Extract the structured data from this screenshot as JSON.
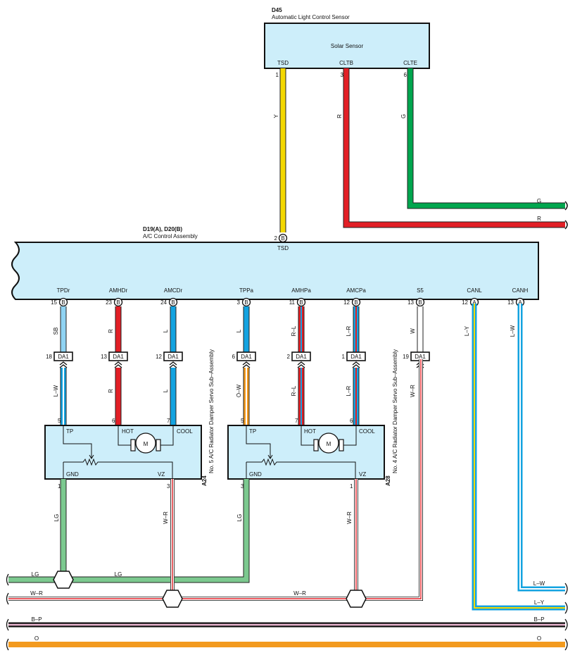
{
  "sensor": {
    "ref": "D45",
    "name": "Automatic Light Control Sensor",
    "inner": "Solar Sensor",
    "pins": [
      {
        "name": "TSD",
        "num": "1"
      },
      {
        "name": "CLTB",
        "num": "3"
      },
      {
        "name": "CLTE",
        "num": "6"
      }
    ]
  },
  "control": {
    "ref": "D19(A), D20(B)",
    "name": "A/C Control Assembly",
    "top_pin": {
      "name": "TSD",
      "num": "2",
      "conn": "B"
    },
    "pins": [
      {
        "name": "TPDr",
        "num": "15",
        "conn": "B"
      },
      {
        "name": "AMHDr",
        "num": "23",
        "conn": "B"
      },
      {
        "name": "AMCDr",
        "num": "24",
        "conn": "B"
      },
      {
        "name": "TPPa",
        "num": "3",
        "conn": "B"
      },
      {
        "name": "AMHPa",
        "num": "11",
        "conn": "B"
      },
      {
        "name": "AMCPa",
        "num": "12",
        "conn": "B"
      },
      {
        "name": "S5",
        "num": "13",
        "conn": "B"
      },
      {
        "name": "CANL",
        "num": "12",
        "conn": "A"
      },
      {
        "name": "CANH",
        "num": "13",
        "conn": "A"
      }
    ]
  },
  "dat_connectors": [
    {
      "num": "18",
      "label": "DA1"
    },
    {
      "num": "13",
      "label": "DA1"
    },
    {
      "num": "12",
      "label": "DA1"
    },
    {
      "num": "6",
      "label": "DA1"
    },
    {
      "num": "2",
      "label": "DA1"
    },
    {
      "num": "1",
      "label": "DA1"
    },
    {
      "num": "19",
      "label": "DA1"
    }
  ],
  "wire_colors": {
    "sensor": [
      "Y",
      "R",
      "G"
    ],
    "upper": [
      "SB",
      "R",
      "L",
      "L",
      "R–L",
      "L–R",
      "W",
      "L–Y",
      "L–W"
    ],
    "lower": [
      "L–W",
      "R",
      "L",
      "O–W",
      "R–L",
      "L–R",
      "W–R"
    ],
    "servo_out": [
      "LG",
      "W–R",
      "LG",
      "W–R"
    ],
    "right_bus": [
      "G",
      "R"
    ],
    "bottom_bus": [
      "LG",
      "LG",
      "W–R",
      "W–R",
      "L–W",
      "L–Y",
      "B–P",
      "B–P",
      "O",
      "O"
    ]
  },
  "servo_left": {
    "ref": "A24",
    "name": "No. 5 A/C Radiator Damper Servo Sub–Assembly",
    "pins_top": [
      {
        "name": "TP",
        "num": "5"
      },
      {
        "name": "HOT",
        "num": "6"
      },
      {
        "name": "COOL",
        "num": "7"
      }
    ],
    "pins_bottom": [
      {
        "name": "GND",
        "num": "1"
      },
      {
        "name": "VZ",
        "num": "3"
      }
    ],
    "motor": "M"
  },
  "servo_right": {
    "ref": "A28",
    "name": "No. 4 A/C Radiator Damper Servo Sub–Assembly",
    "pins_top": [
      {
        "name": "TP",
        "num": "5"
      },
      {
        "name": "HOT",
        "num": "7"
      },
      {
        "name": "COOL",
        "num": "6"
      }
    ],
    "pins_bottom": [
      {
        "name": "GND",
        "num": "3"
      },
      {
        "name": "VZ",
        "num": "1"
      }
    ],
    "motor": "M"
  },
  "colors": {
    "yellow": "#f4d800",
    "red": "#e21f26",
    "green": "#00a64e",
    "sky": "#8fd3f3",
    "blue": "#14a3e0",
    "orange": "#f39a1e",
    "lightgreen": "#7cc98f",
    "box_fill": "#cdeefa",
    "pink": "#e9b4cf"
  }
}
